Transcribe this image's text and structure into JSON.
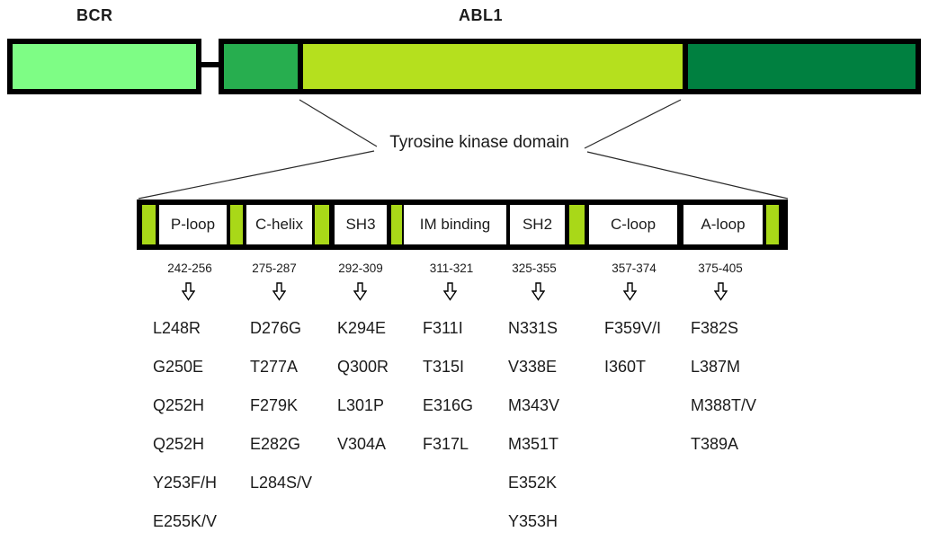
{
  "labels": {
    "bcr": "BCR",
    "abl1": "ABL1",
    "tyrosine_kinase": "Tyrosine kinase domain"
  },
  "colors": {
    "bcr_fill": "#7EFD85",
    "abl1_sh_region": "#27AE4F",
    "abl1_kinase_region": "#B5E01E",
    "abl1_cterm_region": "#008040",
    "linker_segment": "#A9D818",
    "outline": "#000000"
  },
  "domains": [
    {
      "label": "P-loop",
      "range": "242-256",
      "mutations": [
        "L248R",
        "G250E",
        "Q252H",
        "Q252H",
        "Y253F/H",
        "E255K/V"
      ]
    },
    {
      "label": "C-helix",
      "range": "275-287",
      "mutations": [
        "D276G",
        "T277A",
        "F279K",
        "E282G",
        "L284S/V"
      ]
    },
    {
      "label": "SH3",
      "range": "292-309",
      "mutations": [
        "K294E",
        "Q300R",
        "L301P",
        "V304A"
      ]
    },
    {
      "label": "IM binding",
      "range": "311-321",
      "mutations": [
        "F311I",
        "T315I",
        "E316G",
        "F317L"
      ]
    },
    {
      "label": "SH2",
      "range": "325-355",
      "mutations": [
        "N331S",
        "V338E",
        "M343V",
        "M351T",
        "E352K",
        "Y353H"
      ]
    },
    {
      "label": "C-loop",
      "range": "357-374",
      "mutations": [
        "F359V/I",
        "I360T"
      ]
    },
    {
      "label": "A-loop",
      "range": "375-405",
      "mutations": [
        "F382S",
        "L387M",
        "M388T/V",
        "T389A"
      ]
    }
  ]
}
